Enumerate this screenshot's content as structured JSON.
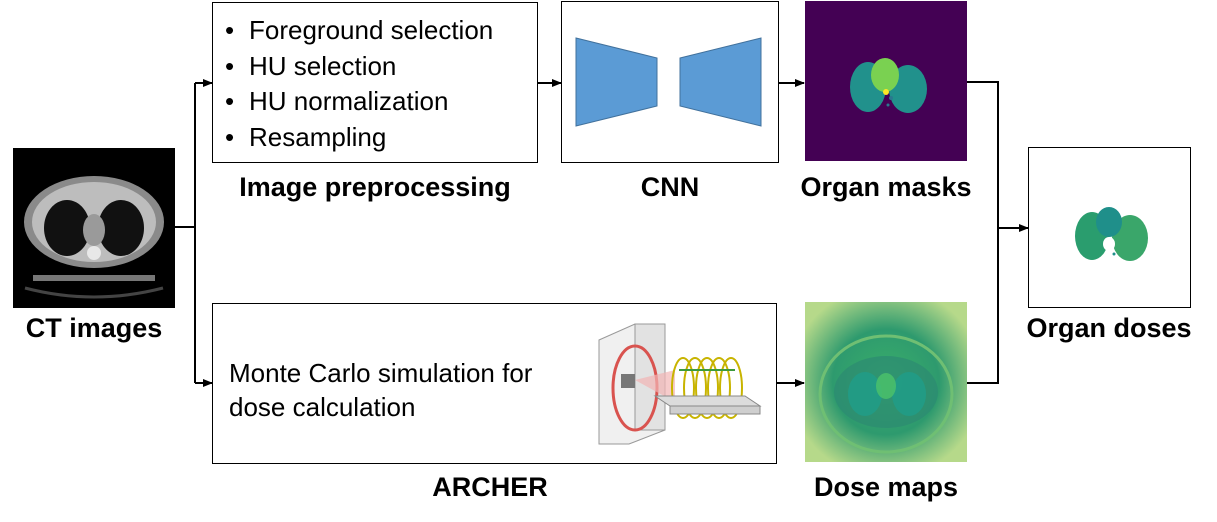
{
  "nodes": {
    "ct_images": {
      "label": "CT images"
    },
    "preprocessing": {
      "label": "Image preprocessing",
      "steps": [
        "Foreground selection",
        "HU selection",
        "HU normalization",
        "Resampling"
      ]
    },
    "cnn": {
      "label": "CNN"
    },
    "organ_masks": {
      "label": "Organ masks"
    },
    "archer": {
      "label": "ARCHER",
      "description_line1": "Monte Carlo simulation for",
      "description_line2": "dose calculation"
    },
    "dose_maps": {
      "label": "Dose maps"
    },
    "organ_doses": {
      "label": "Organ doses"
    }
  },
  "colors": {
    "cnn_trapezoid": "#5b9bd5",
    "mask_background": "#440154",
    "mask_lung": "#21918c",
    "mask_heart": "#7ad151",
    "mask_spot": "#fde725",
    "dose_background": "#2e9a6e",
    "dose_organ": "#1f9e89"
  }
}
